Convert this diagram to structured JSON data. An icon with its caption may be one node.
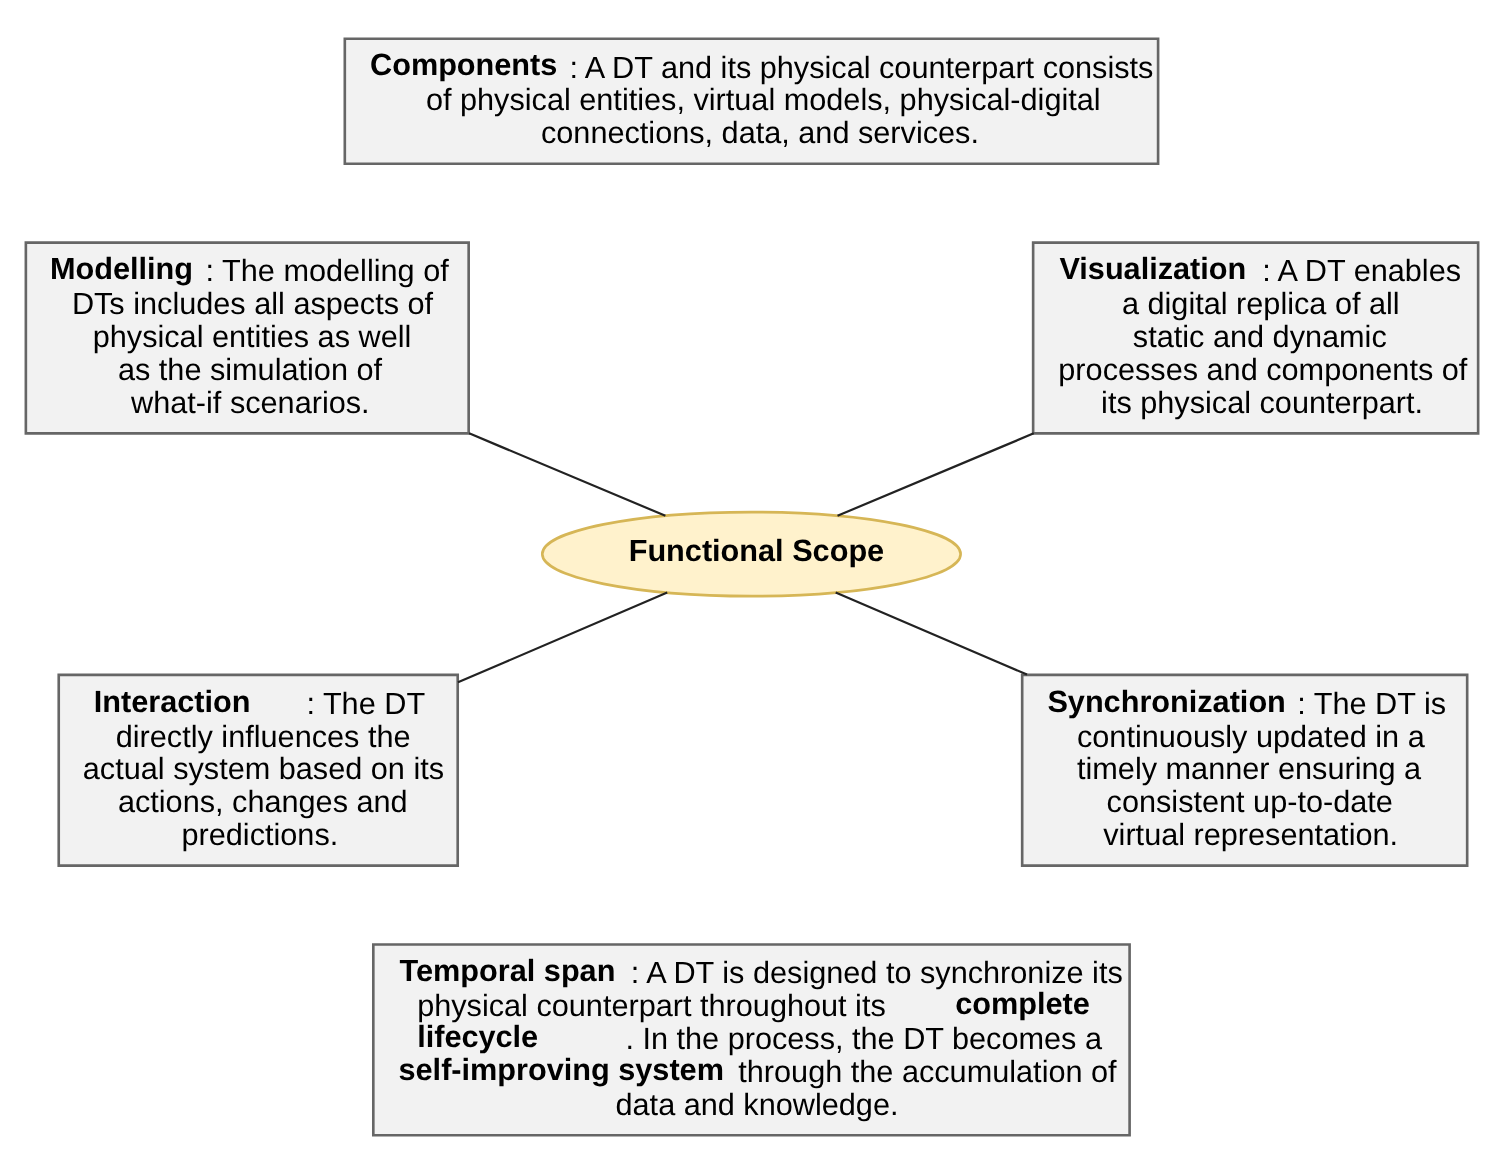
{
  "diagram": {
    "nodes": [
      {
        "text": [
          "**Components**: A DT and its physical counterpart consists of physical entities, virtual models, physical-digital connections, data, and services."
        ]
      },
      {
        "text": [
          "**Modelling**: The modelling of DTs includes all aspects of physical entities as well as the simulation of what-if scenarios."
        ]
      },
      {
        "text": [
          "**Visualization**: A DT enables a digital replica of all static and dynamic processes and components of its physical counterpart."
        ]
      },
      {
        "text": [
          "Functional Scope"
        ]
      },
      {
        "text": [
          "**Interaction**: The DT directly influences the actual system based on its actions, changes and predictions."
        ]
      },
      {
        "text": [
          "**Synchronization**: The DT is continuously updated in a timely manner ensuring a consistent up-to-date virtual representation."
        ]
      },
      {
        "text": [
          "**Temporal span**: A DT is designed to synchronize its physical counterpart throughout its **complete lifecycle**. In the process, the DT becomes a **self-improving system** through the accumulation of data and knowledge."
        ]
      }
    ],
    "edges": [
      {
        "from": 1,
        "to": 3,
        "arrow": "none"
      },
      {
        "from": 2,
        "to": 3,
        "arrow": "none"
      },
      {
        "from": 3,
        "to": 4,
        "arrow": "none"
      },
      {
        "from": 3,
        "to": 5,
        "arrow": "none"
      }
    ]
  }
}
